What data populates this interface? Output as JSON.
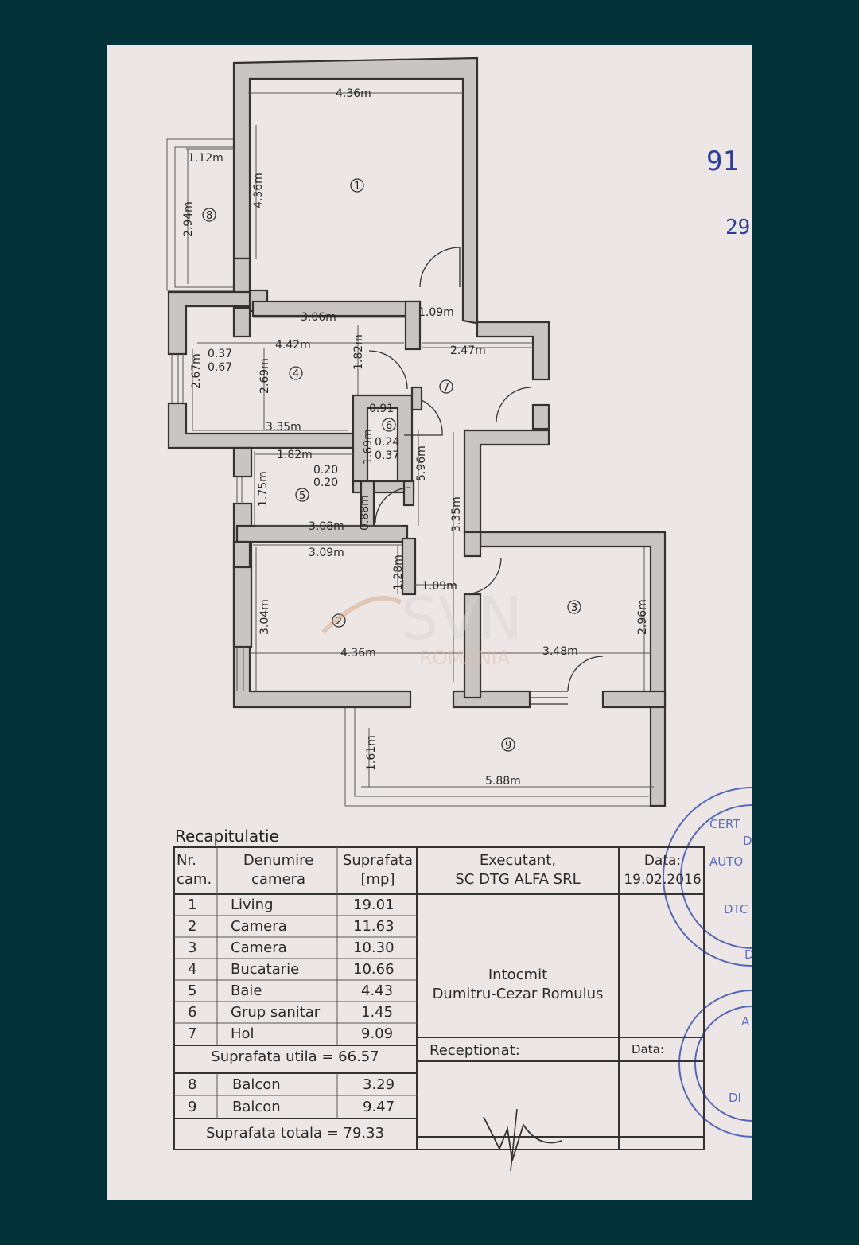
{
  "plan": {
    "dimensions": {
      "d1": "4.36m",
      "d2": "4.36m",
      "d3": "1.12m",
      "d4": "2.94m",
      "d5": "3.06m",
      "d6": "1.09m",
      "d7": "4.42m",
      "d8": "1.82m",
      "d9": "2.47m",
      "d10": "0.37",
      "d11": "0.67",
      "d12": "2.67m",
      "d13": "2.69m",
      "d14": "0.91",
      "d15": "3.35m",
      "d16": "1.69m",
      "d17": "0.24",
      "d18": "0.37",
      "d19": "1.82m",
      "d20": "0.20",
      "d21": "0.20",
      "d22": "5.96m",
      "d23": "1.75m",
      "d24": "3.35m",
      "d25": "0.88m",
      "d26": "3.08m",
      "d27": "3.09m",
      "d28": "1.28m",
      "d29": "1.09m",
      "d30": "3.04m",
      "d31": "4.36m",
      "d32": "3.48m",
      "d33": "2.96m",
      "d34": "1.61m",
      "d35": "5.88m"
    },
    "rooms": {
      "r1": "1",
      "r2": "2",
      "r3": "3",
      "r4": "4",
      "r5": "5",
      "r6": "6",
      "r7": "7",
      "r8": "8",
      "r9": "9"
    },
    "side_marks": {
      "top": "91",
      "bottom": "29"
    },
    "watermark": {
      "brand": "SVN",
      "sub": "ROMANIA"
    },
    "stamp_text": {
      "t1": "CERT",
      "t2": "D",
      "t3": "AUTO",
      "t4": "DTC",
      "t5": "D",
      "t6": "A",
      "t7": "DI"
    }
  },
  "recap": {
    "title": "Recapitulatie",
    "headers": {
      "nr_line1": "Nr.",
      "nr_line2": "cam.",
      "name_line1": "Denumire",
      "name_line2": "camera",
      "area_line1": "Suprafata",
      "area_line2": "[mp]"
    },
    "rooms": [
      {
        "nr": "1",
        "name": "Living",
        "area": "19.01"
      },
      {
        "nr": "2",
        "name": "Camera",
        "area": "11.63"
      },
      {
        "nr": "3",
        "name": "Camera",
        "area": "10.30"
      },
      {
        "nr": "4",
        "name": "Bucatarie",
        "area": "10.66"
      },
      {
        "nr": "5",
        "name": "Baie",
        "area": "4.43"
      },
      {
        "nr": "6",
        "name": "Grup sanitar",
        "area": "1.45"
      },
      {
        "nr": "7",
        "name": "Hol",
        "area": "9.09"
      }
    ],
    "useful_area": "Suprafata utila = 66.57",
    "balconies": [
      {
        "nr": "8",
        "name": "Balcon",
        "area": "3.29"
      },
      {
        "nr": "9",
        "name": "Balcon",
        "area": "9.47"
      }
    ],
    "total_area": "Suprafata totala = 79.33",
    "executant_line1": "Executant,",
    "executant_line2": "SC DTG ALFA SRL",
    "date_label": "Data:",
    "date_value": "19.02.2016",
    "drawn_by_label": "Intocmit",
    "drawn_by_name": "Dumitru-Cezar Romulus",
    "received_label": "Receptionat:",
    "received_date_label": "Data:"
  }
}
